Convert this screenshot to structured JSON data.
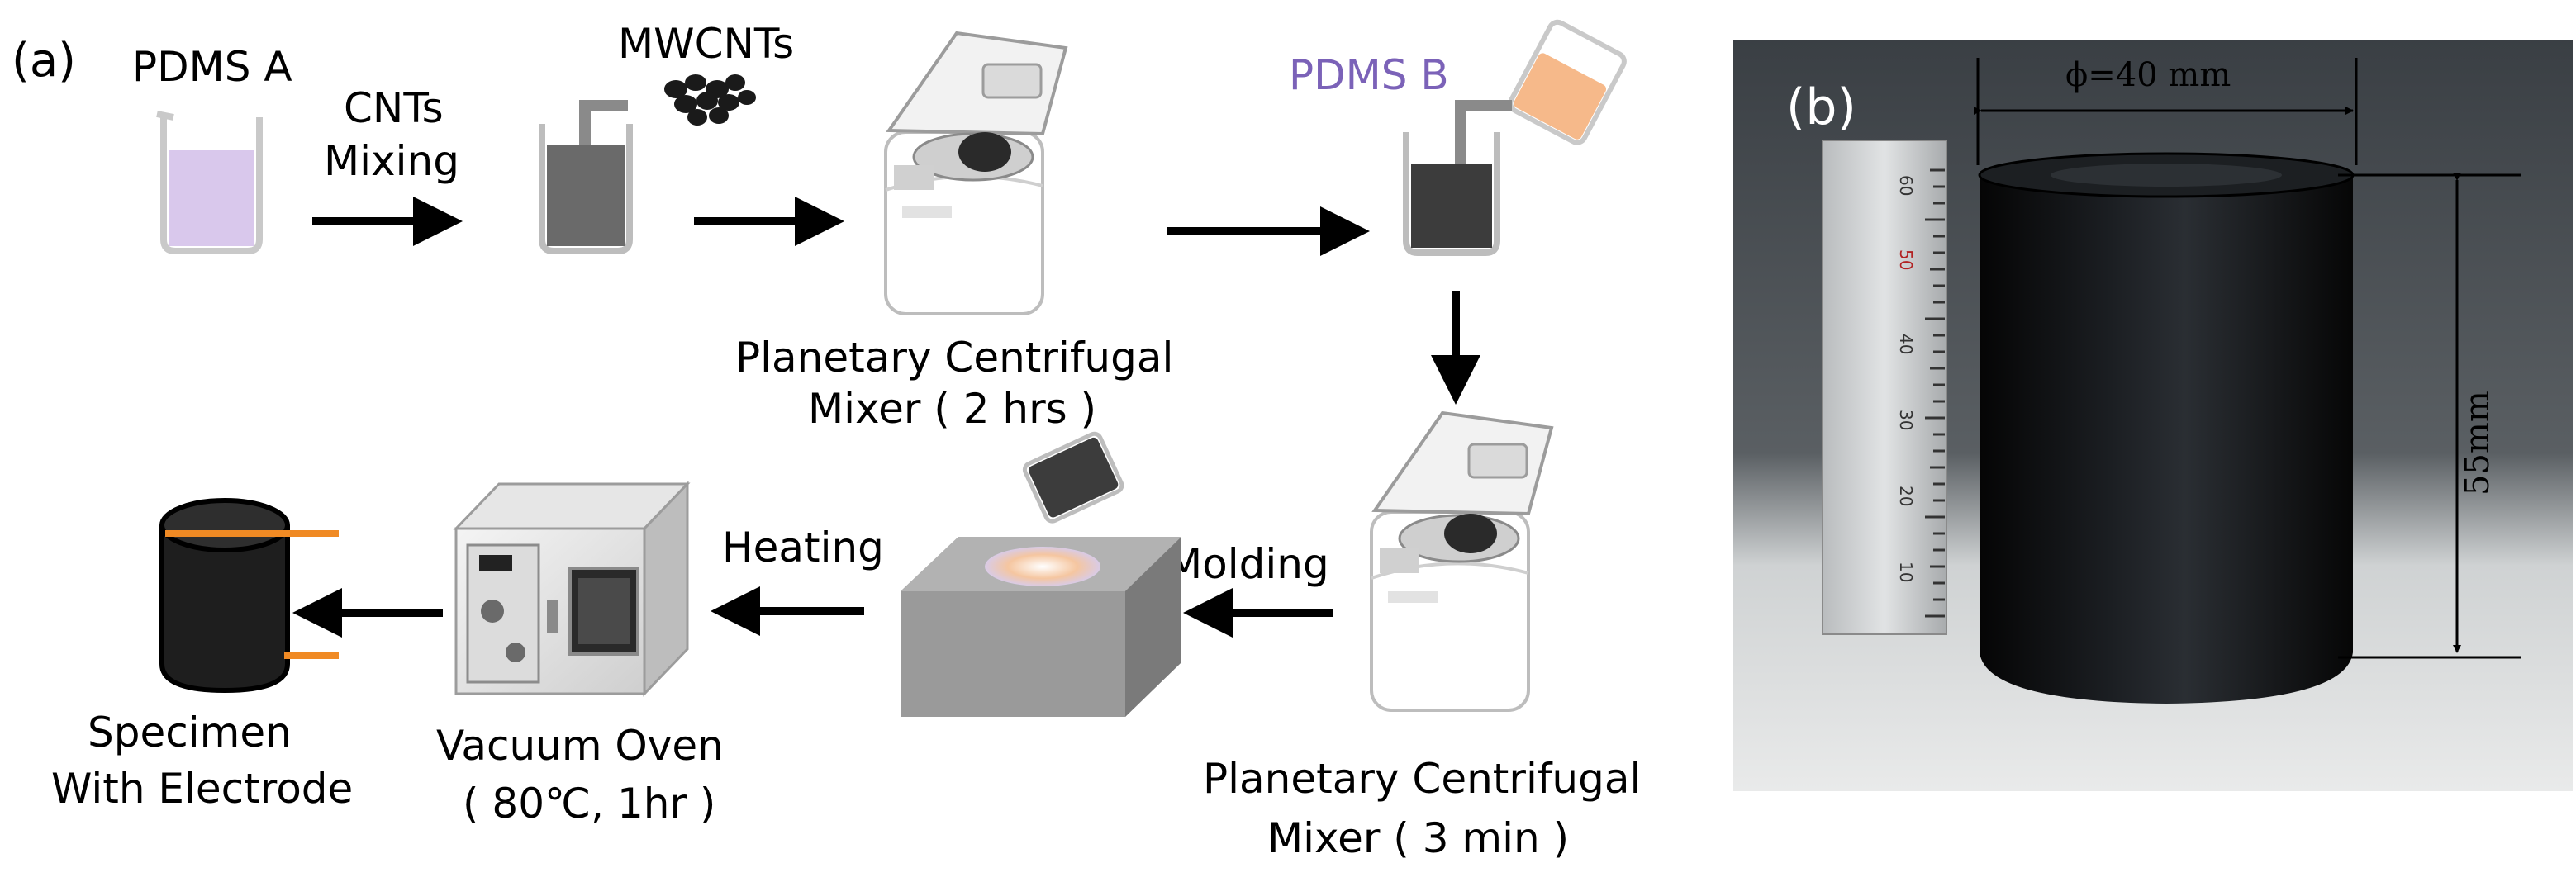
{
  "panel_a": {
    "label": "(a)",
    "pdms_a": "PDMS A",
    "mwcnts": "MWCNTs",
    "cnts_mixing_1": "CNTs",
    "cnts_mixing_2": "Mixing",
    "pdms_b": "PDMS B",
    "mixer1_line1": "Planetary Centrifugal",
    "mixer1_line2": "Mixer ( 2 hrs )",
    "mixer2_line1": "Planetary Centrifugal",
    "mixer2_line2": "Mixer ( 3 min )",
    "molding": "Molding",
    "heating": "Heating",
    "oven_line1": "Vacuum Oven",
    "oven_line2": "( 80℃, 1hr )",
    "specimen_line1": "Specimen",
    "specimen_line2": "With Electrode"
  },
  "panel_b": {
    "label": "(b)",
    "diameter": "ϕ=40 mm",
    "height": "55mm",
    "ruler_ticks": [
      "60",
      "50",
      "40",
      "30",
      "20",
      "10"
    ]
  },
  "colors": {
    "pdms_a_liquid": "#d9c8ec",
    "mixture": "#6a6a6a",
    "mixture_dark": "#3c3c3c",
    "pdms_b_liquid": "#f6b98a",
    "pdms_b_label": "#7b62b8",
    "electrode": "#f08a24",
    "mold": "#8c8c8c"
  }
}
